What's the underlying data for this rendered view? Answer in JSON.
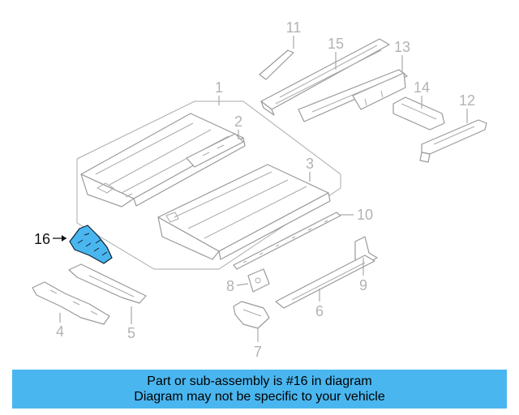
{
  "diagram": {
    "callouts": [
      "1",
      "2",
      "3",
      "4",
      "5",
      "6",
      "7",
      "8",
      "9",
      "10",
      "11",
      "12",
      "13",
      "14",
      "15",
      "16"
    ],
    "highlighted_callout": "16",
    "highlight_color": "#4ab6ef",
    "line_color": "#9a9a9a"
  },
  "banner": {
    "line1": "Part or sub-assembly is #16 in diagram",
    "line2": "Diagram may not be specific to your vehicle",
    "background": "#4ab6ef"
  }
}
